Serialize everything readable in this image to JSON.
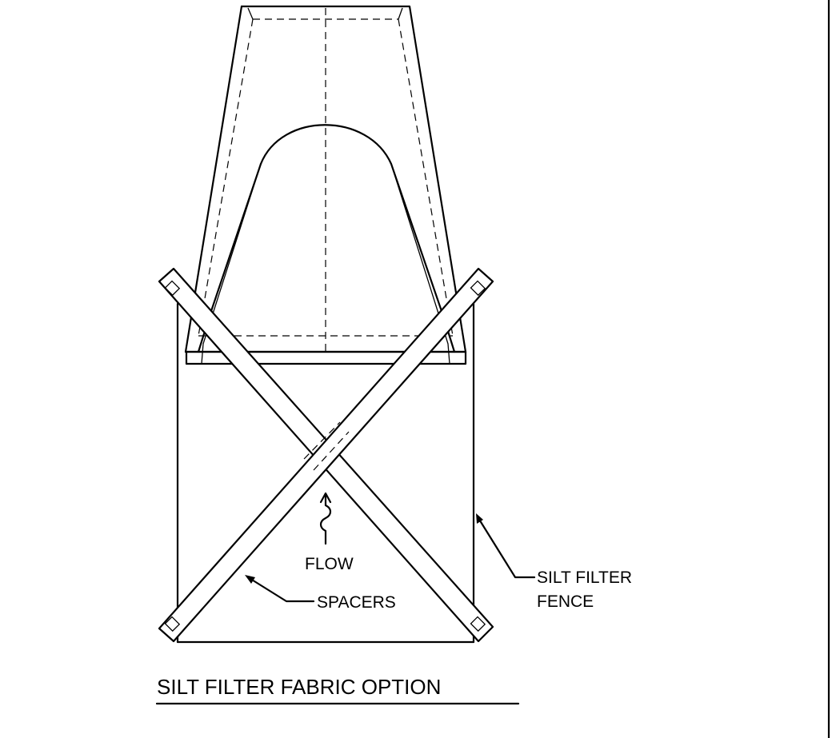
{
  "drawing": {
    "title": "SILT FILTER FABRIC OPTION",
    "labels": {
      "flow": "FLOW",
      "spacers": "SPACERS",
      "silt_fence_line1": "SILT FILTER",
      "silt_fence_line2": "FENCE"
    }
  }
}
